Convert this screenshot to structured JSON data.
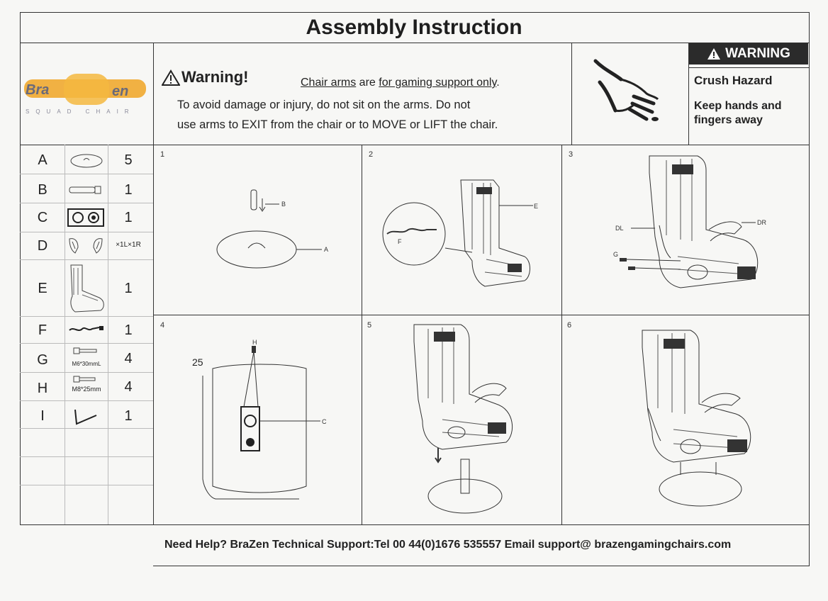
{
  "header": {
    "title": "Assembly Instruction"
  },
  "logo": {
    "brand": "BraZen",
    "tagline": "SQUAD CHAIR"
  },
  "warning_panel": {
    "title": "Warning!",
    "subtitle_part1": "Chair arms",
    "subtitle_part2": " are ",
    "subtitle_part3": "for gaming support only",
    "subtitle_part4": ".",
    "line1": "To avoid damage or injury, do not sit on the arms. Do not",
    "line2": "use arms to EXIT from the chair or to MOVE or LIFT the chair.",
    "icon": "hand-crush-icon"
  },
  "warning_box": {
    "heading": "WARNING",
    "hazard": "Crush Hazard",
    "instruction": "Keep hands and fingers away"
  },
  "parts": [
    {
      "letter": "A",
      "qty": "5",
      "icon": "cap-icon"
    },
    {
      "letter": "B",
      "qty": "1",
      "icon": "pin-icon"
    },
    {
      "letter": "C",
      "qty": "1",
      "icon": "control-box-icon"
    },
    {
      "letter": "D",
      "qty": "×1L×1R",
      "icon": "armrest-pair-icon"
    },
    {
      "letter": "E",
      "qty": "1",
      "icon": "chair-body-icon"
    },
    {
      "letter": "F",
      "qty": "1",
      "icon": "cable-icon"
    },
    {
      "letter": "G",
      "qty": "4",
      "icon": "bolt-icon",
      "note": "M6*30mmL"
    },
    {
      "letter": "H",
      "qty": "4",
      "icon": "bolt-icon",
      "note": "M8*25mm"
    },
    {
      "letter": "I",
      "qty": "1",
      "icon": "allen-key-icon"
    }
  ],
  "steps": [
    {
      "number": "1",
      "callouts": [
        "B",
        "A"
      ]
    },
    {
      "number": "2",
      "callouts": [
        "E",
        "F"
      ]
    },
    {
      "number": "3",
      "callouts": [
        "DL",
        "DR",
        "G"
      ]
    },
    {
      "number": "4",
      "callouts": [
        "H",
        "25",
        "C"
      ]
    },
    {
      "number": "5",
      "callouts": []
    },
    {
      "number": "6",
      "callouts": []
    }
  ],
  "footer": {
    "text": "Need Help? BraZen Technical Support:Tel 00 44(0)1676 535557 Email support@ brazengamingchairs.com"
  },
  "colors": {
    "ink": "#222222",
    "logo_orange": "#f0a830",
    "warning_bg": "#2b2b2b"
  }
}
